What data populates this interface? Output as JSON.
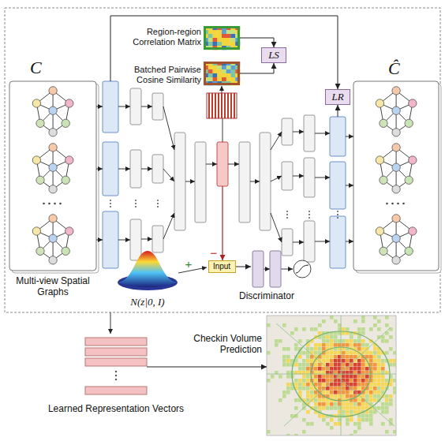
{
  "diagram": {
    "nodes": [
      {
        "text": [
          "C",
          "Multi-view Spatial Graphs"
        ]
      },
      {
        "text": [
          "Ĉ"
        ]
      },
      {
        "text": [
          "Region-region Correlation Matrix"
        ]
      },
      {
        "text": [
          "Batched Pairwise Cosine Similarity"
        ]
      },
      {
        "text": [
          "LS"
        ]
      },
      {
        "text": [
          "LR"
        ]
      },
      {
        "text": [
          "Input"
        ]
      },
      {
        "text": [
          "Discriminator"
        ]
      },
      {
        "text": [
          "Learned Representation Vectors"
        ]
      },
      {
        "text": [
          "Checkin Volume Prediction"
        ]
      }
    ],
    "edges": [
      {
        "from": 2,
        "to": 4,
        "arrow": "to"
      },
      {
        "from": 3,
        "to": 4,
        "arrow": "to"
      },
      {
        "from": 0,
        "to": 5,
        "arrow": "to"
      },
      {
        "from": 1,
        "to": 5,
        "arrow": "to"
      },
      {
        "from": 6,
        "to": 7,
        "arrow": "to"
      },
      {
        "from": 8,
        "to": 9,
        "arrow": "to"
      }
    ],
    "labels": [
      "N(z|0, I)",
      "+",
      "−"
    ]
  }
}
